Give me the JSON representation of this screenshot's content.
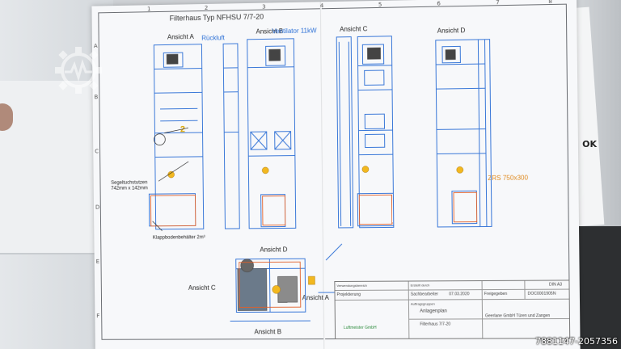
{
  "sheet": {
    "title": "Filterhaus Typ NFHSU 7/7-20",
    "grid_numbers": [
      "1",
      "2",
      "3",
      "4",
      "5",
      "6",
      "7",
      "8"
    ],
    "grid_letters": [
      "A",
      "B",
      "C",
      "D",
      "E",
      "F"
    ]
  },
  "views": {
    "a": "Ansicht A",
    "b": "Ansicht B",
    "c": "Ansicht C",
    "d": "Ansicht D",
    "plan_d": "Ansicht D",
    "plan_c": "Ansicht C",
    "plan_a": "Ansicht A",
    "plan_b": "Ansicht B"
  },
  "annotations": {
    "rueckluft": "Rückluft",
    "ventilator": "Ventilator 11kW",
    "segeltuch_line1": "Segeltuchstutzen",
    "segeltuch_line2": "742mm x 142mm",
    "klappboden": "Klappbodenbehälter 2m³",
    "zrs": "ZRS 750x300",
    "handnote": "2"
  },
  "title_block": {
    "verwendung": "Verwendungsbereich",
    "projektierung": "Projektierung",
    "erstellt": "Erstellt durch",
    "sachbearbeiter": "Sachbearbeiter",
    "datum": "07.03.2020",
    "status": "Freigegeben",
    "dokument": "DOC0001905N",
    "auftrag": "Auftragsgruppen",
    "anlagenplan": "Anlagenplan",
    "filterhaus": "Filterhaus 7/7-20",
    "kunde": "Geerlane GmbH Türen und Zangen",
    "firma": "Luftmeister GmbH",
    "blatt": "DIN A3"
  },
  "watermark": {
    "icon": "gear-pulse-icon"
  },
  "stock_id": "7881147-2057356"
}
